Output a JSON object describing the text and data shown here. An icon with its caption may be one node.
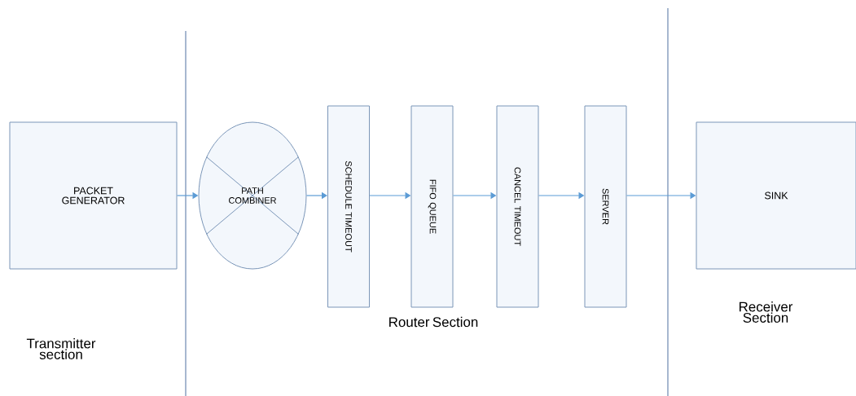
{
  "diagram": {
    "nodes": [
      {
        "text": [
          "PACKET GENERATOR"
        ]
      },
      {
        "text": [
          "PATH COMBINER"
        ]
      },
      {
        "text": [
          "SCHEDULE TIMEOUT"
        ]
      },
      {
        "text": [
          "FIFO QUEUE"
        ]
      },
      {
        "text": [
          "CANCEL TIMEOUT"
        ]
      },
      {
        "text": [
          "SERVER"
        ]
      },
      {
        "text": [
          "SINK"
        ]
      }
    ],
    "edges": [
      {
        "from": 0,
        "to": 1,
        "arrow": "to"
      },
      {
        "from": 1,
        "to": 2,
        "arrow": "to"
      },
      {
        "from": 2,
        "to": 3,
        "arrow": "to"
      },
      {
        "from": 3,
        "to": 4,
        "arrow": "to"
      },
      {
        "from": 4,
        "to": 5,
        "arrow": "to"
      },
      {
        "from": 5,
        "to": 6,
        "arrow": "to"
      }
    ],
    "labels": [
      "Transmitter section",
      "Router Section",
      "Receiver Section"
    ]
  }
}
